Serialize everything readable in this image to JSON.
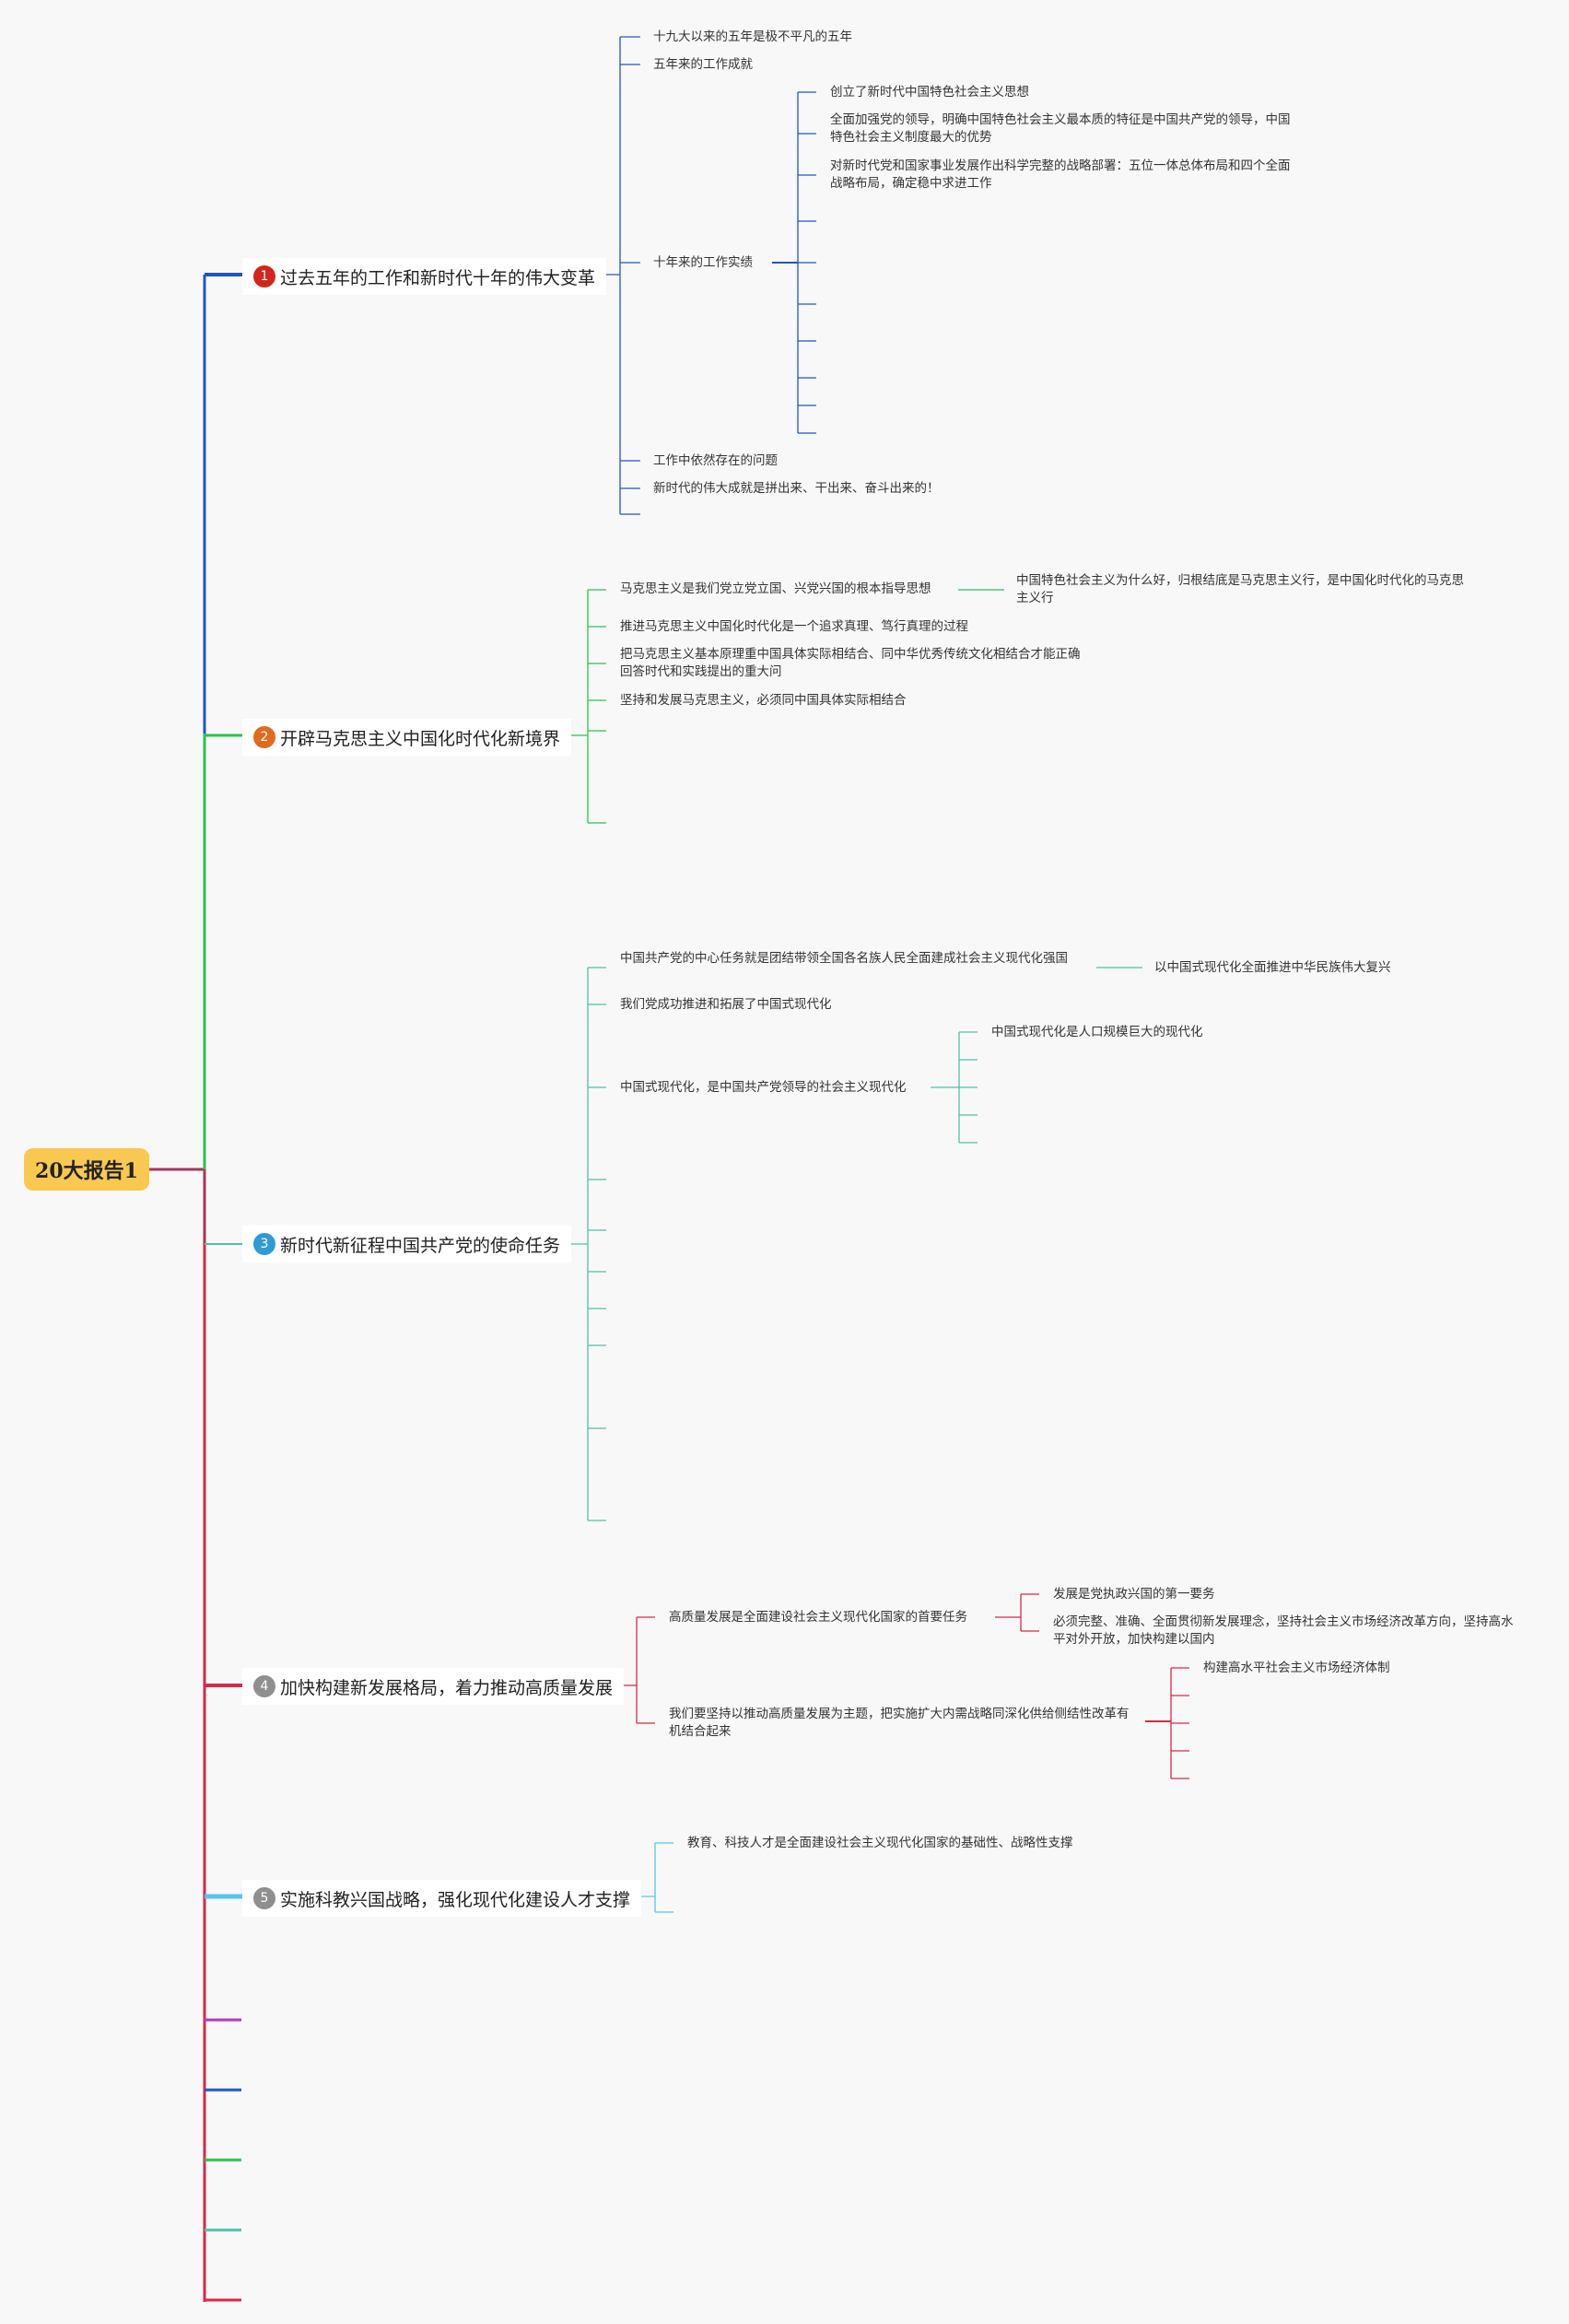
{
  "root": {
    "label": "20大报告1"
  },
  "branches": [
    {
      "number": "1",
      "label": "过去五年的工作和新时代十年的伟大变革",
      "color": "#1f56c6",
      "badge_color": "#d0281c"
    },
    {
      "number": "2",
      "label": "开辟马克思主义中国化时代化新境界",
      "color": "#2cc24d",
      "badge_color": "#e26a1f"
    },
    {
      "number": "3",
      "label": "新时代新征程中国共产党的使命任务",
      "color": "#52bfa6",
      "badge_color": "#2e9bd6"
    },
    {
      "number": "4",
      "label": "加快构建新发展格局，着力推动高质量发展",
      "color": "#d92846",
      "badge_color": "#8f8f8f"
    },
    {
      "number": "5",
      "label": "实施科教兴国战略，强化现代化建设人才支撑",
      "color": "#56c4f0",
      "badge_color": "#8f8f8f"
    }
  ],
  "leaves": {
    "b1": {
      "l1": "十九大以来的五年是极不平凡的五年",
      "l2": "五年来的工作成就",
      "l3": "十年来的工作实绩",
      "l3_children": [
        "创立了新时代中国特色社会主义思想",
        "全面加强党的领导，明确中国特色社会主义最本质的特征是中国共产党的领导，中国特色社会主义制度最大的优势",
        "对新时代党和国家事业发展作出科学完整的战略部署：五位一体总体布局和四个全面战略布局，确定稳中求进工作"
      ],
      "l4": "工作中依然存在的问题",
      "l5": "新时代的伟大成就是拼出来、干出来、奋斗出来的！"
    },
    "b2": {
      "l1": "马克思主义是我们党立党立国、兴党兴国的根本指导思想",
      "l1_child": "中国特色社会主义为什么好，归根结底是马克思主义行，是中国化时代化的马克思主义行",
      "l2": "推进马克思主义中国化时代化是一个追求真理、笃行真理的过程",
      "l3": "把马克思主义基本原理重中国具体实际相结合、同中华优秀传统文化相结合才能正确回答时代和实践提出的重大问",
      "l4": "坚持和发展马克思主义，必须同中国具体实际相结合"
    },
    "b3": {
      "l1": "中国共产党的中心任务就是团结带领全国各名族人民全面建成社会主义现代化强国",
      "l1_child": "以中国式现代化全面推进中华民族伟大复兴",
      "l2": "我们党成功推进和拓展了中国式现代化",
      "l3": "中国式现代化，是中国共产党领导的社会主义现代化",
      "l3_child": "中国式现代化是人口规模巨大的现代化"
    },
    "b4": {
      "l1": "高质量发展是全面建设社会主义现代化国家的首要任务",
      "l1_children": [
        "发展是党执政兴国的第一要务",
        "必须完整、准确、全面贯彻新发展理念，坚持社会主义市场经济改革方向，坚持高水平对外开放，加快构建以国内"
      ],
      "l2": "我们要坚持以推动高质量发展为主题，把实施扩大内需战略同深化供给侧结性改革有机结合起来",
      "l2_child": "构建高水平社会主义市场经济体制"
    },
    "b5": {
      "l1": "教育、科技人才是全面建设社会主义现代化国家的基础性、战略性支撑"
    }
  },
  "trailing_branch_colors": [
    "#b13ab8",
    "#1f56c6",
    "#2cc24d",
    "#52bfa6",
    "#d92846"
  ],
  "root_link_color": "#a6365a"
}
